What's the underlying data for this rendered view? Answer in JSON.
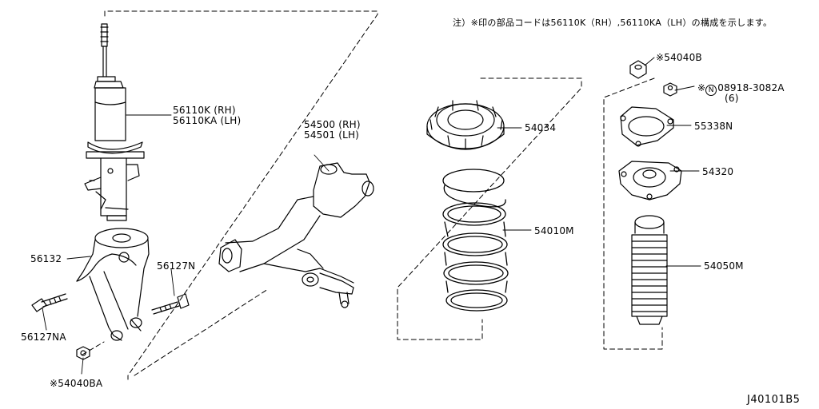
{
  "note": "注）※印の部品コードは56110K（RH）,56110KA（LH）の構成を示します。",
  "diagram_code": "J40101B5",
  "parts": {
    "strut": {
      "line1": "56110K (RH)",
      "line2": "56110KA (LH)"
    },
    "lower_arm": {
      "line1": "54500 (RH)",
      "line2": "54501 (LH)"
    },
    "knuckle_fork": "56132",
    "bolt_right": "56127N",
    "bolt_left": "56127NA",
    "nut_bottom": "※54040BA",
    "spring_seat": "54034",
    "coil_spring": "54010M",
    "top_nut": "※54040B",
    "mount_nut": {
      "prefix": "※",
      "circle": "N",
      "code": "08918-3082A",
      "qty": "(6)"
    },
    "mount_plate": "55338N",
    "insulator": "54320",
    "bound_bumper": "54050M"
  }
}
